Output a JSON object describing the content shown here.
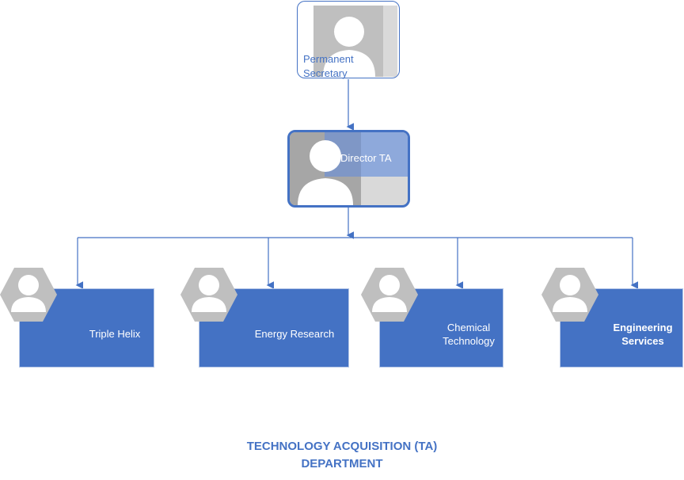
{
  "top": {
    "label": "Permanent Secretary"
  },
  "director": {
    "label": "Director TA"
  },
  "departments": [
    {
      "label": "Triple Helix",
      "bold": false
    },
    {
      "label": "Energy Research",
      "bold": false
    },
    {
      "label": "Chemical Technology",
      "bold": false
    },
    {
      "label": "Engineering Services",
      "bold": true
    }
  ],
  "footer": {
    "line1": "TECHNOLOGY ACQUISITION (TA)",
    "line2": "DEPARTMENT"
  },
  "colors": {
    "accent": "#4472c4",
    "placeholder": "#bfbfbf",
    "light": "#d9d9d9"
  }
}
